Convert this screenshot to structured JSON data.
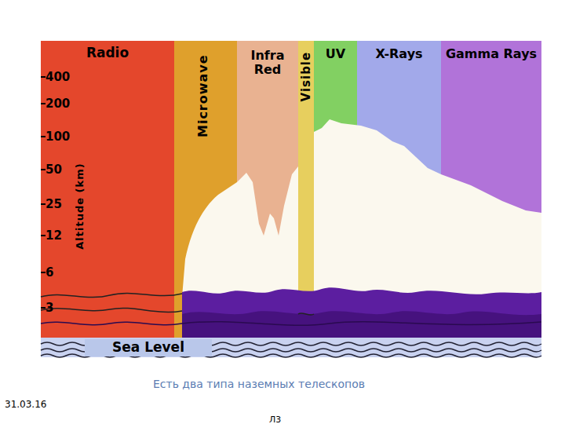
{
  "diagram": {
    "caption": "Есть два типа наземных телескопов",
    "nodes": [
      {
        "text": [
          "Radio"
        ]
      },
      {
        "text": [
          "Microwave"
        ]
      },
      {
        "text": [
          "Infra Red"
        ]
      },
      {
        "text": [
          "Visible"
        ]
      },
      {
        "text": [
          "UV"
        ]
      },
      {
        "text": [
          "X-Rays"
        ]
      },
      {
        "text": [
          "Gamma Rays"
        ]
      },
      {
        "text": [
          "Sea Level"
        ]
      }
    ],
    "labels": [
      "400",
      "200",
      "100",
      "50",
      "25",
      "12",
      "6",
      "3",
      "Altitude (km)",
      "31.03.16",
      "Л3"
    ]
  }
}
